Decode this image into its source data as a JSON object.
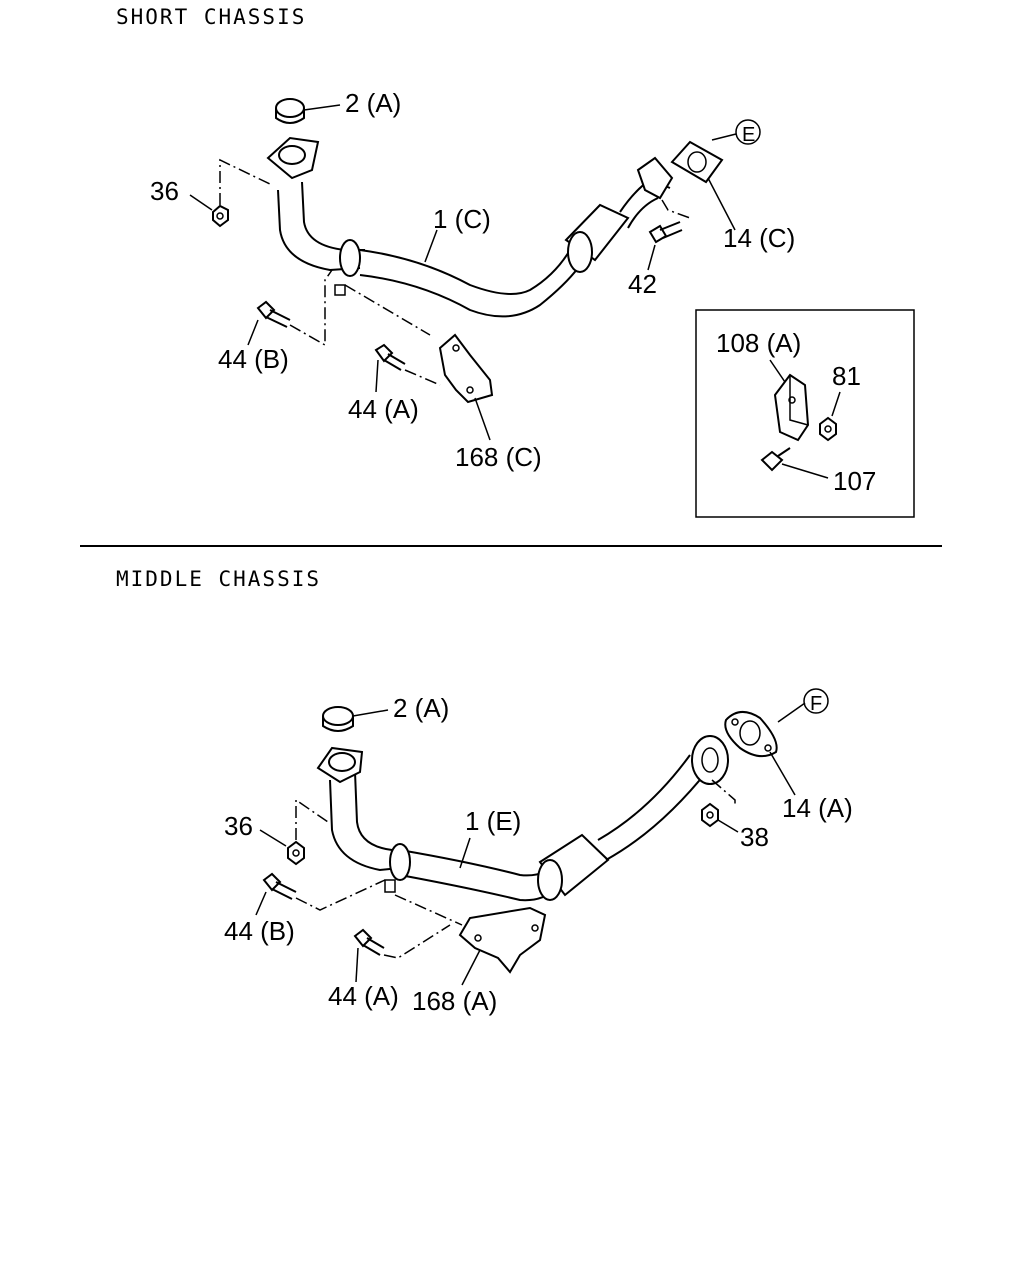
{
  "sections": [
    {
      "title": "SHORT CHASSIS",
      "labels": {
        "gasket_top": "2 (A)",
        "nut_left": "36",
        "pipe": "1 (C)",
        "gasket_right": "14 (C)",
        "ref_circle": "E",
        "bolt_right": "42",
        "bolt_left": "44 (B)",
        "bolt_mid": "44 (A)",
        "bracket": "168 (C)"
      },
      "inset": {
        "bracket": "108 (A)",
        "nut": "81",
        "bolt": "107"
      }
    },
    {
      "title": "MIDDLE CHASSIS",
      "labels": {
        "gasket_top": "2 (A)",
        "ref_circle": "F",
        "nut_left": "36",
        "pipe": "1 (E)",
        "gasket_right": "14 (A)",
        "nut_right": "38",
        "bolt_left": "44 (B)",
        "bolt_mid": "44 (A)",
        "bracket": "168 (A)"
      }
    }
  ]
}
